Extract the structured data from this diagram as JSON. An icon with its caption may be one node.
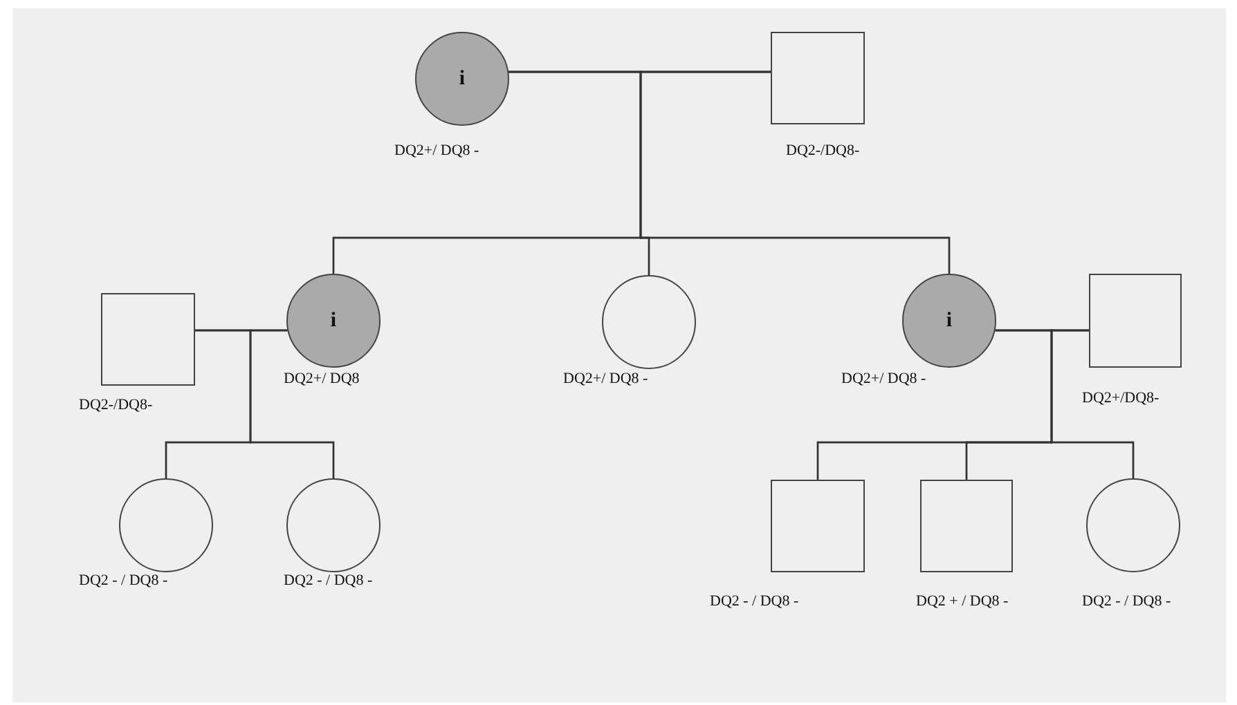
{
  "diagram": {
    "nodes": [
      {
        "text": [
          "i"
        ],
        "beside": [
          "DQ2+/ DQ8 -"
        ]
      },
      {
        "text": [],
        "shape": "box",
        "beside": [
          "DQ2-/DQ8-"
        ]
      },
      {
        "text": [],
        "shape": "box",
        "beside": [
          "DQ2-/DQ8-"
        ]
      },
      {
        "text": [
          "i"
        ],
        "beside": [
          "DQ2+/ DQ8"
        ]
      },
      {
        "text": [],
        "shape": "circle",
        "beside": [
          "DQ2+/ DQ8 -"
        ]
      },
      {
        "text": [
          "i"
        ],
        "beside": [
          "DQ2+/ DQ8 -"
        ]
      },
      {
        "text": [],
        "shape": "box",
        "beside": [
          "DQ2+/DQ8-"
        ]
      },
      {
        "text": [],
        "shape": "circle",
        "beside": [
          "DQ2 - / DQ8 -"
        ]
      },
      {
        "text": [],
        "shape": "circle",
        "beside": [
          "DQ2 - / DQ8 -"
        ]
      },
      {
        "text": [],
        "shape": "box",
        "beside": [
          "DQ2 - / DQ8 -"
        ]
      },
      {
        "text": [],
        "shape": "box",
        "beside": [
          "DQ2 + / DQ8 -"
        ]
      },
      {
        "text": [],
        "shape": "circle",
        "beside": [
          "DQ2 - / DQ8 -"
        ]
      }
    ],
    "edges": [
      {
        "from": 0,
        "to": 1,
        "arrow": "none"
      },
      {
        "from": 0,
        "to": 3,
        "arrow": "none"
      },
      {
        "from": 0,
        "to": 4,
        "arrow": "none"
      },
      {
        "from": 0,
        "to": 5,
        "arrow": "none"
      },
      {
        "from": 1,
        "to": 3,
        "arrow": "none"
      },
      {
        "from": 1,
        "to": 4,
        "arrow": "none"
      },
      {
        "from": 1,
        "to": 5,
        "arrow": "none"
      },
      {
        "from": 2,
        "to": 3,
        "arrow": "none"
      },
      {
        "from": 2,
        "to": 7,
        "arrow": "none"
      },
      {
        "from": 2,
        "to": 8,
        "arrow": "none"
      },
      {
        "from": 3,
        "to": 7,
        "arrow": "none"
      },
      {
        "from": 3,
        "to": 8,
        "arrow": "none"
      },
      {
        "from": 5,
        "to": 6,
        "arrow": "none"
      },
      {
        "from": 5,
        "to": 9,
        "arrow": "none"
      },
      {
        "from": 5,
        "to": 10,
        "arrow": "none"
      },
      {
        "from": 5,
        "to": 11,
        "arrow": "none"
      },
      {
        "from": 6,
        "to": 9,
        "arrow": "none"
      },
      {
        "from": 6,
        "to": 10,
        "arrow": "none"
      },
      {
        "from": 6,
        "to": 11,
        "arrow": "none"
      }
    ]
  }
}
